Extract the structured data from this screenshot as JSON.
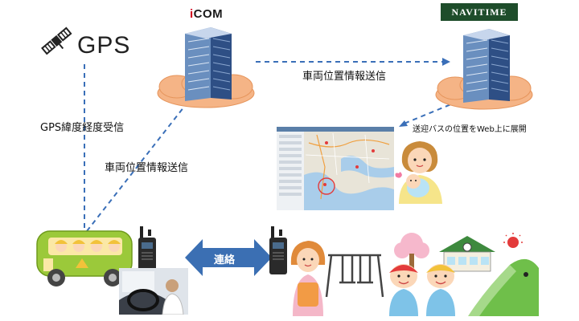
{
  "gps": {
    "label": "GPS"
  },
  "icom": {
    "logo_text": "COM",
    "logo_prefix": "i"
  },
  "navitime": {
    "logo_text": "NAVITIME"
  },
  "labels": {
    "vehicle_position_top": "車両位置情報送信",
    "gps_receive": "GPS緯度経度受信",
    "vehicle_position_left": "車両位置情報送信",
    "web_display": "送迎バスの位置をWeb上に展開",
    "contact": "連絡"
  },
  "colors": {
    "dashed_line": "#3a6fb8",
    "cloud": "#f5b486",
    "bus_body": "#9bc93a",
    "arrow_fill": "#3b6fb3"
  }
}
